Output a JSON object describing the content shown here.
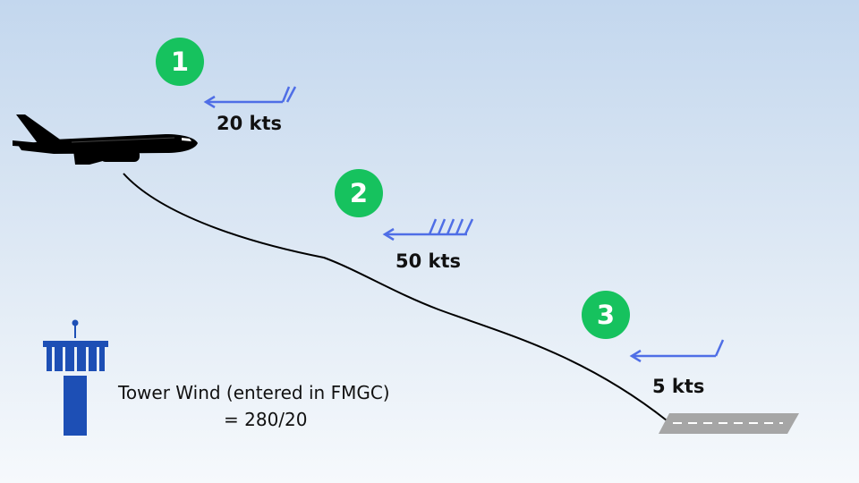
{
  "waypoints": [
    {
      "number": "1",
      "wind": "20 kts"
    },
    {
      "number": "2",
      "wind": "50 kts"
    },
    {
      "number": "3",
      "wind": "5 kts"
    }
  ],
  "tower": {
    "line1": "Tower Wind (entered in FMGC)",
    "line2": "= 280/20"
  },
  "colors": {
    "badge": "#16c25e",
    "wind_arrow": "#4f6ee6",
    "tower": "#1d4fb5",
    "runway": "#a6a6a6",
    "aircraft": "#000000",
    "path": "#000000"
  },
  "icons": {
    "aircraft": "airplane-icon",
    "tower": "control-tower-icon",
    "runway": "runway-icon"
  }
}
